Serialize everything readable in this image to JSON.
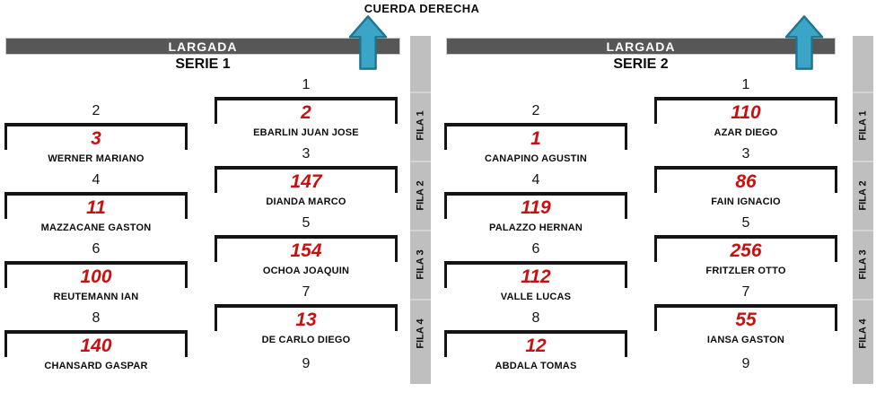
{
  "header": {
    "cuerda_label": "CUERDA DERECHA"
  },
  "fila_labels": [
    "FILA 1",
    "FILA 2",
    "FILA 3",
    "FILA 4"
  ],
  "colors": {
    "bar_dark": "#575757",
    "fila_bar": "#BFBFBF",
    "number_red": "#C81010",
    "arrow_fill": "#3AA5C6",
    "arrow_border": "#1F7490"
  },
  "series": [
    {
      "title": "SERIE 1",
      "bar_label": "LARGADA",
      "odd": [
        {
          "pos": "1",
          "num": "2",
          "name": "EBARLIN JUAN JOSE"
        },
        {
          "pos": "3",
          "num": "147",
          "name": "DIANDA MARCO"
        },
        {
          "pos": "5",
          "num": "154",
          "name": "OCHOA JOAQUIN"
        },
        {
          "pos": "7",
          "num": "13",
          "name": "DE CARLO DIEGO"
        },
        {
          "pos": "9",
          "num": "",
          "name": ""
        }
      ],
      "even": [
        {
          "pos": "2",
          "num": "3",
          "name": "WERNER MARIANO"
        },
        {
          "pos": "4",
          "num": "11",
          "name": "MAZZACANE  GASTON"
        },
        {
          "pos": "6",
          "num": "100",
          "name": "REUTEMANN IAN"
        },
        {
          "pos": "8",
          "num": "140",
          "name": "CHANSARD GASPAR"
        }
      ]
    },
    {
      "title": "SERIE 2",
      "bar_label": "LARGADA",
      "odd": [
        {
          "pos": "1",
          "num": "110",
          "name": "AZAR DIEGO"
        },
        {
          "pos": "3",
          "num": "86",
          "name": "FAIN IGNACIO"
        },
        {
          "pos": "5",
          "num": "256",
          "name": "FRITZLER OTTO"
        },
        {
          "pos": "7",
          "num": "55",
          "name": "IANSA GASTON"
        },
        {
          "pos": "9",
          "num": "",
          "name": ""
        }
      ],
      "even": [
        {
          "pos": "2",
          "num": "1",
          "name": "CANAPINO AGUSTIN"
        },
        {
          "pos": "4",
          "num": "119",
          "name": "PALAZZO HERNAN"
        },
        {
          "pos": "6",
          "num": "112",
          "name": "VALLE LUCAS"
        },
        {
          "pos": "8",
          "num": "12",
          "name": "ABDALA TOMAS"
        }
      ]
    }
  ]
}
